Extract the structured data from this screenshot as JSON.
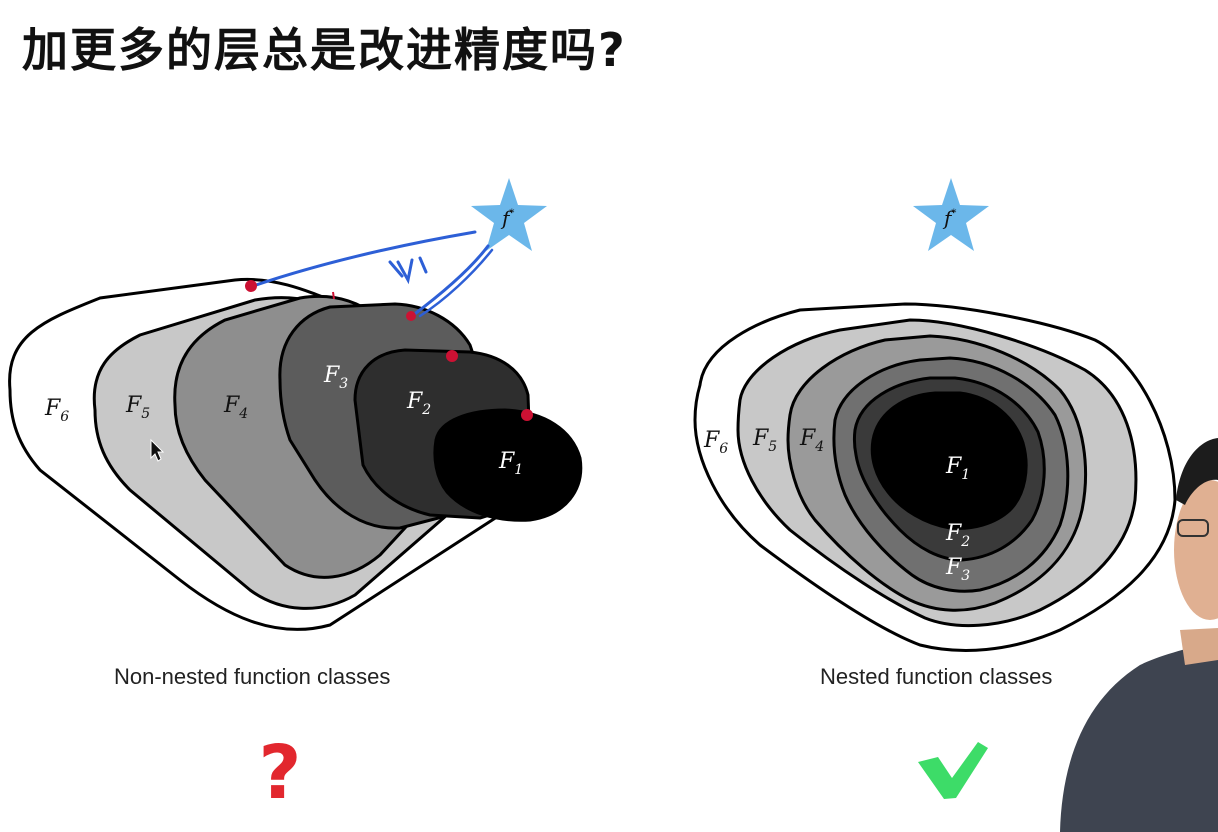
{
  "title": "加更多的层总是改进精度吗?",
  "left_panel": {
    "caption": "Non-nested function classes",
    "class_labels": {
      "f6": {
        "main": "F",
        "sub": "6"
      },
      "f5": {
        "main": "F",
        "sub": "5"
      },
      "f4": {
        "main": "F",
        "sub": "4"
      },
      "f3": {
        "main": "F",
        "sub": "3"
      },
      "f2": {
        "main": "F",
        "sub": "2"
      },
      "f1": {
        "main": "F",
        "sub": "1"
      }
    },
    "target": {
      "main": "f",
      "sup": "*"
    },
    "verdict_symbol": "?"
  },
  "right_panel": {
    "caption": "Nested function classes",
    "class_labels": {
      "f6": {
        "main": "F",
        "sub": "6"
      },
      "f5": {
        "main": "F",
        "sub": "5"
      },
      "f4": {
        "main": "F",
        "sub": "4"
      },
      "f3": {
        "main": "F",
        "sub": "3"
      },
      "f2": {
        "main": "F",
        "sub": "2"
      },
      "f1": {
        "main": "F",
        "sub": "1"
      }
    },
    "target": {
      "main": "f",
      "sup": "*"
    },
    "verdict_symbol": "✔"
  },
  "colors": {
    "star": "#6bb7ea",
    "question": "#e2272e",
    "check": "#3ddc68",
    "annotation_blue": "#2d5fd6",
    "annotation_red": "#cc1133"
  }
}
